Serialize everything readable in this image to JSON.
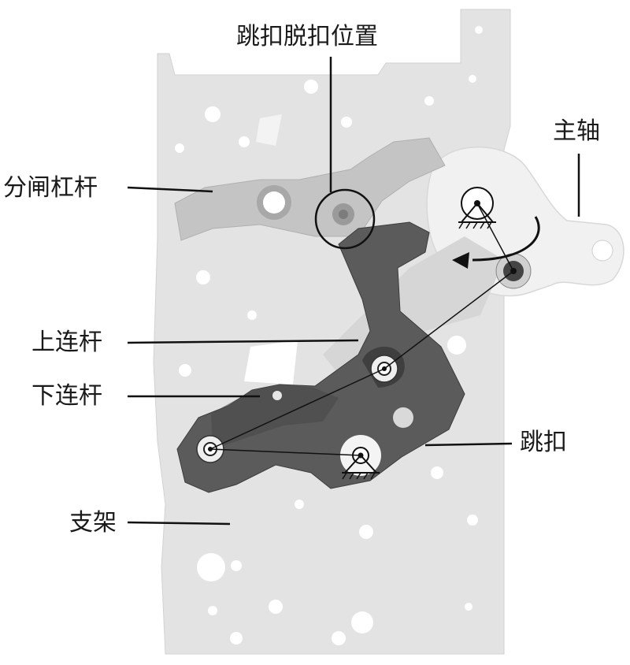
{
  "diagram": {
    "labels": {
      "trip_release_position": "跳扣脱扣位置",
      "main_shaft": "主轴",
      "opening_lever": "分闸杠杆",
      "upper_link": "上连杆",
      "lower_link": "下连杆",
      "trip_catch": "跳扣",
      "bracket": "支架"
    },
    "colors": {
      "frame_plate": "#e3e3e3",
      "light_lever": "#c4c4c4",
      "dark_link": "#5b5b5b",
      "shaft_cam": "#f1f1f1",
      "line": "#111111"
    }
  }
}
